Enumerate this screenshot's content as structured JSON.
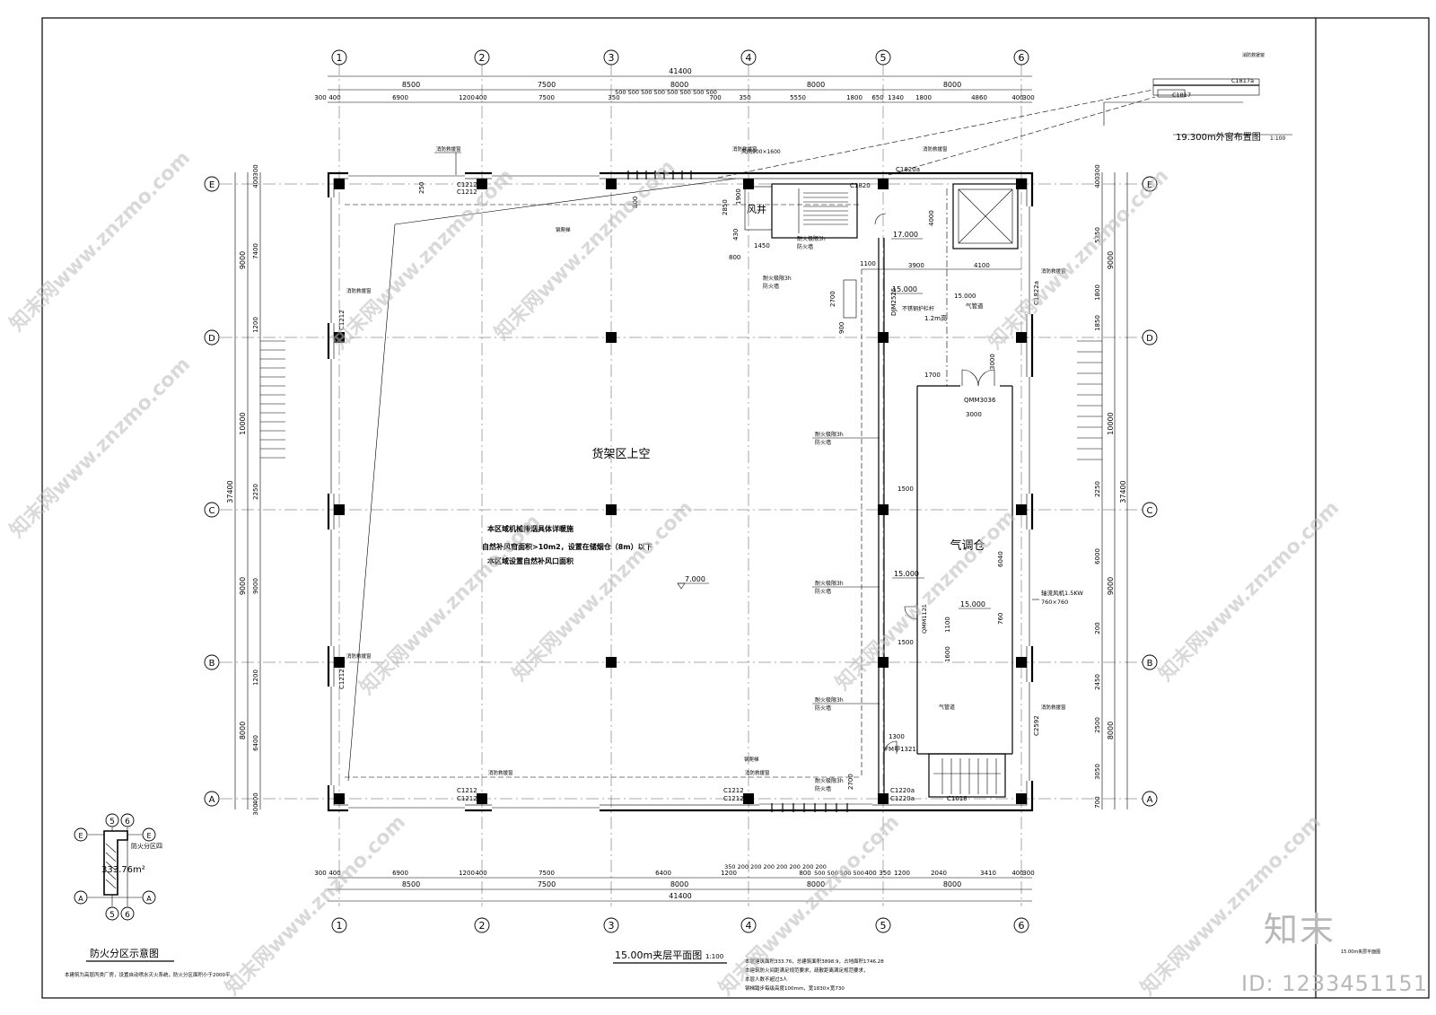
{
  "grid_cols": [
    "1",
    "2",
    "3",
    "4",
    "5",
    "6"
  ],
  "grid_rows": [
    "E",
    "D",
    "C",
    "B",
    "A"
  ],
  "dims_top": {
    "total": "41400",
    "bays": [
      "8500",
      "7500",
      "8000",
      "8000",
      "8000"
    ],
    "sub": [
      "300",
      "400",
      "6900",
      "1200",
      "400",
      "7500",
      "350",
      "500 500 500 500 500 500 500 500",
      "700",
      "350",
      "5550",
      "1800",
      "650",
      "1340",
      "1800",
      "4860",
      "400",
      "300"
    ]
  },
  "dims_bottom": {
    "total": "41400",
    "bays": [
      "8500",
      "7500",
      "8000",
      "8000",
      "8000"
    ],
    "sub": [
      "300",
      "400",
      "6900",
      "1200",
      "400",
      "7500",
      "6400",
      "1200",
      "350 200 200 200 200 200 200 200",
      "800",
      "500 500 500 500",
      "400",
      "350",
      "1200",
      "2040",
      "3410",
      "400",
      "300"
    ]
  },
  "dims_left": {
    "total": "37400",
    "bays": [
      "9000",
      "10000",
      "9000",
      "8000"
    ],
    "sub": [
      "300",
      "400",
      "7400",
      "1200",
      "2250",
      "9000",
      "1200",
      "6400",
      "400",
      "300"
    ]
  },
  "dims_right": {
    "total": "37400",
    "bays": [
      "9000",
      "10000",
      "9000",
      "8000"
    ],
    "sub": [
      "300",
      "400",
      "5350",
      "1800",
      "1850",
      "2250",
      "6000",
      "200",
      "2450",
      "2500",
      "3050",
      "700"
    ]
  },
  "rooms": {
    "shelf": "货架区上空",
    "air": "气调仓",
    "shaft": "风井"
  },
  "notes": {
    "vent1": "本区域机械排烟具体详暖施",
    "vent2": "自然补风窗面积>10m2，设置在储烟仓（8m）以下",
    "vent3": "本区域设置自然补风口面积"
  },
  "elevations": {
    "floor": "7.000",
    "e15a": "15.000",
    "e15b": "15.000",
    "e15c": "15.000",
    "e15d": "15.000",
    "e17": "17.000"
  },
  "labels": {
    "wall3h": "耐火极限3h",
    "firewall": "防火墙",
    "pipe": "气管道",
    "rail": "不锈钢护栏杆",
    "rail_h": "1.2m高",
    "smoke_window": "消防救援窗",
    "steel_ladder": "钢爬梯",
    "wind_note": "风阀900×1600"
  },
  "openings": {
    "c1212": "C1212",
    "c1820": "C1820",
    "c1820a": "C1820a",
    "c1822": "C1822a",
    "c2592": "C2592",
    "c1220": "C1220a",
    "c1018": "C1018",
    "c1817": "C1817a",
    "c1817b": "C1817",
    "qmm": "QMM3036",
    "gm1": "QMM1121",
    "fm1": "FM甲1321",
    "djm": "DJM2525",
    "fan": "轴流风机1.5KW",
    "fan_size": "760×760"
  },
  "inner_dims": {
    "d2850": "2850",
    "d1900": "1900",
    "d430": "430",
    "d800": "800",
    "d1450": "1450",
    "d3900": "3900",
    "d4100": "4100",
    "d1100": "1100",
    "d2700": "2700",
    "d900": "900",
    "d1700": "1700",
    "d3000": "3000",
    "d3000b": "3000",
    "d1500": "1500",
    "d1500b": "1500",
    "d6040": "6040",
    "d760": "760",
    "d1100b": "1100",
    "d1600": "1600",
    "d250": "250",
    "d4000": "4000",
    "d800b": "800",
    "d2700b": "2700",
    "d1300": "1300"
  },
  "key_plan": {
    "area": "333.76m²",
    "label": "防火分区四",
    "rows": [
      "E",
      "A"
    ],
    "cols": [
      "5",
      "6"
    ]
  },
  "detail": {
    "title": "19.300m外窗布置图",
    "scale": "1:100"
  },
  "main_title": {
    "title": "15.00m夹层平面图",
    "scale": "1:100"
  },
  "fire_title": "防火分区示意图",
  "footnotes": {
    "f1": "本建筑为高层丙类厂房，设置自动喷水灭火系统，防火分区面积小于2000平。",
    "f2": "本层建筑面积333.76，总建筑面积3898.9，占地面积1746.28",
    "f3": "本建筑防火间距满足规范要求，疏散距离满足规范要求，",
    "f4": "本层人数不超过3人",
    "f5": "钢梯踏步每级高度100mm，宽1830×宽730"
  },
  "title_block": {
    "sheet": "15.00m夹层平面图"
  },
  "watermark": {
    "site": "知末网www.znzmo.com",
    "logo": "知末",
    "id": "ID: 1233451151"
  }
}
